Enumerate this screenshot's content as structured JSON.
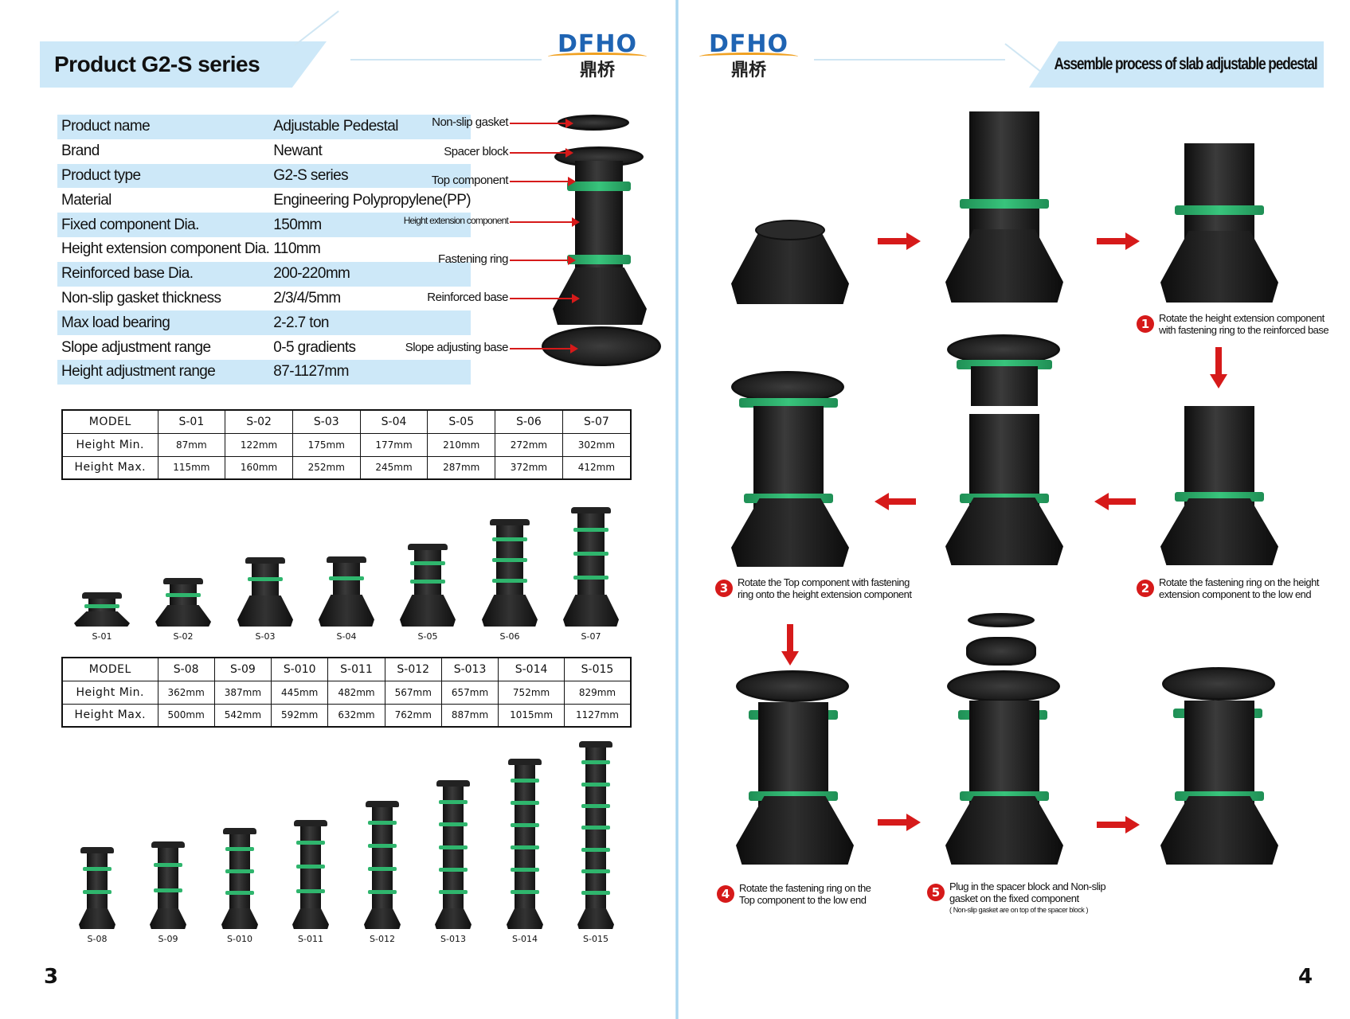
{
  "left_page": {
    "title": "Product G2-S series",
    "logo_en": "DFHO",
    "logo_cn": "鼎桥",
    "specs": [
      {
        "key": "Product name",
        "value": "Adjustable Pedestal"
      },
      {
        "key": "Brand",
        "value": "Newant"
      },
      {
        "key": "Product type",
        "value": "G2-S series"
      },
      {
        "key": "Material",
        "value": "Engineering Polypropylene(PP)"
      },
      {
        "key": "Fixed component Dia.",
        "value": "150mm"
      },
      {
        "key": "Height extension component Dia.",
        "value": "110mm"
      },
      {
        "key": "Reinforced base Dia.",
        "value": "200-220mm"
      },
      {
        "key": "Non-slip gasket  thickness",
        "value": "2/3/4/5mm"
      },
      {
        "key": "Max load bearing",
        "value": "2-2.7 ton"
      },
      {
        "key": "Slope adjustment range",
        "value": "0-5 gradients"
      },
      {
        "key": "Height adjustment range",
        "value": "87-1127mm"
      }
    ],
    "callouts": [
      "Non-slip gasket",
      "Spacer block",
      "Top component",
      "Height extension component",
      "Fastening ring",
      "Reinforced base",
      "Slope adjusting base"
    ],
    "table1": {
      "model_label": "MODEL",
      "min_label": "Height Min.",
      "max_label": "Height Max.",
      "models": [
        "S-01",
        "S-02",
        "S-03",
        "S-04",
        "S-05",
        "S-06",
        "S-07"
      ],
      "min": [
        "87mm",
        "122mm",
        "175mm",
        "177mm",
        "210mm",
        "272mm",
        "302mm"
      ],
      "max": [
        "115mm",
        "160mm",
        "252mm",
        "245mm",
        "287mm",
        "372mm",
        "412mm"
      ]
    },
    "row1_captions": [
      "S-01",
      "S-02",
      "S-03",
      "S-04",
      "S-05",
      "S-06",
      "S-07"
    ],
    "table2": {
      "model_label": "MODEL",
      "min_label": "Height Min.",
      "max_label": "Height Max.",
      "models": [
        "S-08",
        "S-09",
        "S-010",
        "S-011",
        "S-012",
        "S-013",
        "S-014",
        "S-015"
      ],
      "min": [
        "362mm",
        "387mm",
        "445mm",
        "482mm",
        "567mm",
        "657mm",
        "752mm",
        "829mm"
      ],
      "max": [
        "500mm",
        "542mm",
        "592mm",
        "632mm",
        "762mm",
        "887mm",
        "1015mm",
        "1127mm"
      ]
    },
    "row2_captions": [
      "S-08",
      "S-09",
      "S-010",
      "S-011",
      "S-012",
      "S-013",
      "S-014",
      "S-015"
    ],
    "page_number": "3"
  },
  "right_page": {
    "title": "Assemble process of slab adjustable pedestal",
    "logo_en": "DFHO",
    "logo_cn": "鼎桥",
    "steps": [
      {
        "num": "1",
        "line1": "Rotate the height extension component",
        "line2": "with fastening ring to the reinforced base"
      },
      {
        "num": "2",
        "line1": "Rotate the fastening ring on the height",
        "line2": "extension component to the low end"
      },
      {
        "num": "3",
        "line1": "Rotate the Top component with fastening",
        "line2": "ring onto the height extension component"
      },
      {
        "num": "4",
        "line1": "Rotate the fastening ring on the",
        "line2": "Top component to the low end"
      },
      {
        "num": "5",
        "line1": "Plug in the spacer block and Non-slip",
        "line2": "gasket on the  fixed component",
        "note": "( Non-slip gasket are on top of the spacer block )"
      }
    ],
    "page_number": "4"
  },
  "colors": {
    "title_band": "#cde8f8",
    "arrow_red": "#d61a1a",
    "ring_green": "#2fb56d",
    "logo_blue": "#1f64b3",
    "logo_orange": "#f0a020"
  }
}
